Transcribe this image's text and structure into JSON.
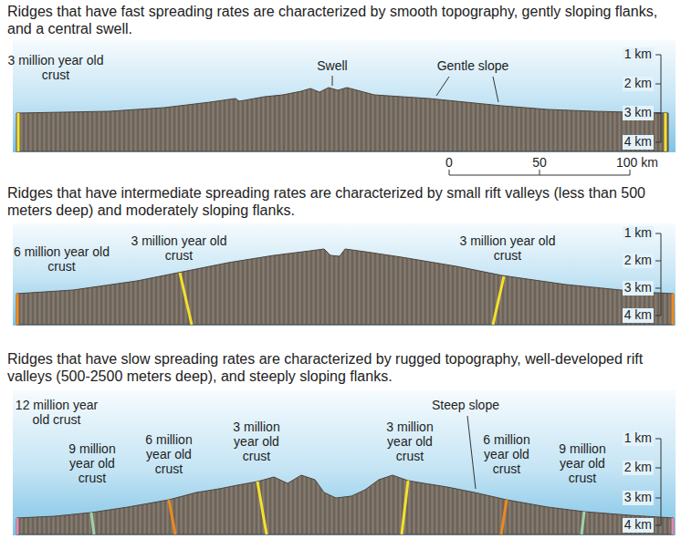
{
  "diagram": {
    "labels": [
      "Ridges that have fast spreading rates are characterized by smooth topography, gently sloping flanks, and a central swell.",
      "3 million year old crust",
      "Swell",
      "Gentle slope",
      "1 km",
      "2 km",
      "3 km",
      "4 km",
      "0",
      "50",
      "100 km",
      "Ridges that have intermediate spreading rates are characterized by small rift valleys (less than 500 meters deep) and moderately sloping flanks.",
      "6 million year old crust",
      "3 million year old crust",
      "3 million year old crust",
      "1 km",
      "2 km",
      "3 km",
      "4 km",
      "Ridges that have slow spreading rates are characterized by rugged topography, well-developed rift valleys (500-2500 meters deep), and steeply sloping flanks.",
      "12 million year old crust",
      "9 million year old crust",
      "6 million year old crust",
      "3 million year old crust",
      "Steep slope",
      "3 million year old crust",
      "6 million year old crust",
      "9 million year old crust",
      "1 km",
      "2 km",
      "3 km",
      "4 km"
    ]
  }
}
